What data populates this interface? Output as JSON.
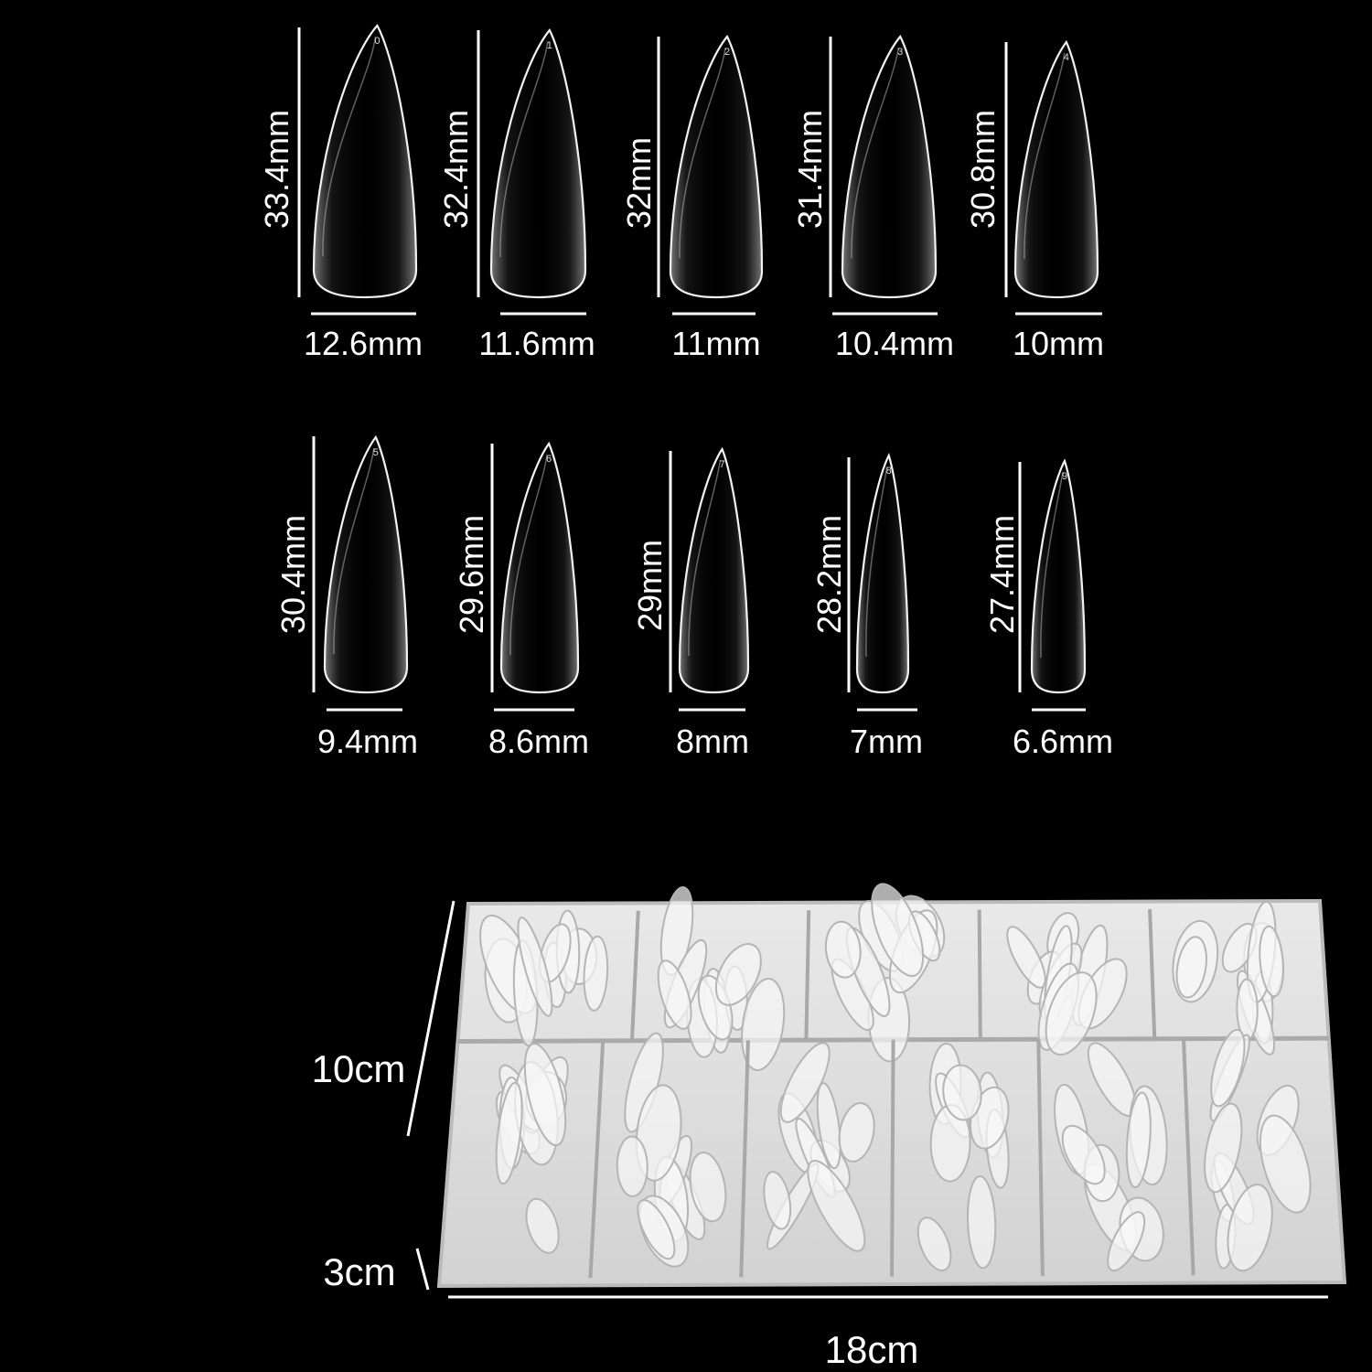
{
  "nails": [
    {
      "number": "0",
      "length": "33.4mm",
      "width": "12.6mm"
    },
    {
      "number": "1",
      "length": "32.4mm",
      "width": "11.6mm"
    },
    {
      "number": "2",
      "length": "32mm",
      "width": "11mm"
    },
    {
      "number": "3",
      "length": "31.4mm",
      "width": "10.4mm"
    },
    {
      "number": "4",
      "length": "30.8mm",
      "width": "10mm"
    },
    {
      "number": "5",
      "length": "30.4mm",
      "width": "9.4mm"
    },
    {
      "number": "6",
      "length": "29.6mm",
      "width": "8.6mm"
    },
    {
      "number": "7",
      "length": "29mm",
      "width": "8mm"
    },
    {
      "number": "8",
      "length": "28.2mm",
      "width": "7mm"
    },
    {
      "number": "9",
      "length": "27.4mm",
      "width": "6.6mm"
    }
  ],
  "box": {
    "height": "10cm",
    "depth": "3cm",
    "width": "18cm",
    "top_compartments": 5,
    "bottom_compartments": 6
  },
  "colors": {
    "background": "#000000",
    "lines": "#ffffff"
  }
}
